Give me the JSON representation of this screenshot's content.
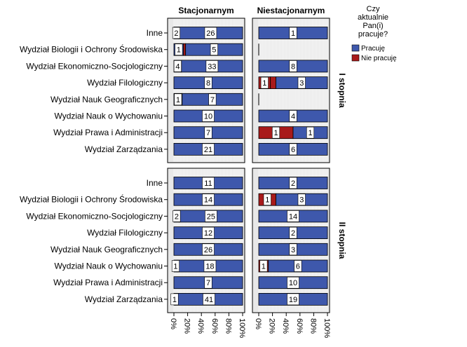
{
  "chart_data": {
    "type": "bar",
    "stacked": "percent",
    "orientation": "horizontal",
    "col_facets": [
      "Stacjonarnym",
      "Niestacjonarnym"
    ],
    "row_facets": [
      "I stopnia",
      "II stopnia"
    ],
    "categories": [
      "Inne",
      "Wydział Biologii i Ochrony Środowiska",
      "Wydział Ekonomiczno-Socjologiczny",
      "Wydział Filologiczny",
      "Wydział Nauk Geograficznych",
      "Wydział Nauk o Wychowaniu",
      "Wydział Prawa i Administracji",
      "Wydział Zarządzania"
    ],
    "x_ticks": [
      "0%",
      "20%",
      "40%",
      "60%",
      "80%",
      "100%"
    ],
    "xlim": [
      0,
      100
    ],
    "legend": {
      "title": "Czy aktualnie Pan(i) pracuje?",
      "title_lines": [
        "Czy",
        "aktualnie",
        "Pan(i)",
        "pracuje?"
      ],
      "position": "top-right",
      "entries": [
        {
          "name": "Pracuję",
          "color": "#3e58ac"
        },
        {
          "name": "Nie pracuję",
          "color": "#a81a1a"
        }
      ]
    },
    "series_colors": {
      "works": "#3e58ac",
      "not_working": "#a81a1a"
    },
    "panels": [
      {
        "row": "I stopnia",
        "col": "Stacjonarnym",
        "counts": [
          {
            "category": "Inne",
            "not_working": 0,
            "works": 2
          },
          {
            "category": "Wydział Biologii i Ochrony Środowiska",
            "not_working": 1,
            "works": 5
          },
          {
            "category": "Wydział Ekonomiczno-Socjologiczny",
            "not_working": 0,
            "works": 33
          },
          {
            "category": "Wydział Filologiczny",
            "not_working": 0,
            "works": 8
          },
          {
            "category": "Wydział Nauk Geograficznych",
            "not_working": 0,
            "works": 7
          },
          {
            "category": "Wydział Nauk o Wychowaniu",
            "not_working": 0,
            "works": 10
          },
          {
            "category": "Wydział Prawa i Administracji",
            "not_working": 0,
            "works": 7
          },
          {
            "category": "Wydział Zarządzania",
            "not_working": 0,
            "works": 21
          }
        ],
        "bars": [
          {
            "category": "Inne",
            "segments": [
              {
                "series": "works",
                "from": 0,
                "to": 7,
                "label": "2"
              },
              {
                "series": "works",
                "from": 7,
                "to": 100,
                "label": "26"
              }
            ]
          },
          {
            "category": "Wydział Biologii i Ochrony Środowiska",
            "segments": [
              {
                "series": "works",
                "from": 0,
                "to": 14,
                "label": "1"
              },
              {
                "series": "not_working",
                "from": 14,
                "to": 17,
                "label": ""
              },
              {
                "series": "works",
                "from": 17,
                "to": 100,
                "label": "5"
              }
            ]
          },
          {
            "category": "Wydział Ekonomiczno-Socjologiczny",
            "segments": [
              {
                "series": "works",
                "from": 0,
                "to": 11,
                "label": "4"
              },
              {
                "series": "works",
                "from": 11,
                "to": 100,
                "label": "33"
              }
            ]
          },
          {
            "category": "Wydział Filologiczny",
            "segments": [
              {
                "series": "works",
                "from": 0,
                "to": 100,
                "label": "8"
              }
            ]
          },
          {
            "category": "Wydział Nauk Geograficznych",
            "segments": [
              {
                "series": "works",
                "from": 0,
                "to": 12,
                "label": "1"
              },
              {
                "series": "works",
                "from": 12,
                "to": 100,
                "label": "7"
              }
            ]
          },
          {
            "category": "Wydział Nauk o Wychowaniu",
            "segments": [
              {
                "series": "works",
                "from": 0,
                "to": 100,
                "label": "10"
              }
            ]
          },
          {
            "category": "Wydział Prawa i Administracji",
            "segments": [
              {
                "series": "works",
                "from": 0,
                "to": 100,
                "label": "7"
              }
            ]
          },
          {
            "category": "Wydział Zarządzania",
            "segments": [
              {
                "series": "works",
                "from": 0,
                "to": 100,
                "label": "21"
              }
            ]
          }
        ]
      },
      {
        "row": "I stopnia",
        "col": "Niestacjonarnym",
        "bars": [
          {
            "category": "Inne",
            "segments": [
              {
                "series": "works",
                "from": 0,
                "to": 100,
                "label": "1"
              }
            ]
          },
          {
            "category": "Wydział Biologii i Ochrony Środowiska",
            "segments": []
          },
          {
            "category": "Wydział Ekonomiczno-Socjologiczny",
            "segments": [
              {
                "series": "works",
                "from": 0,
                "to": 100,
                "label": "8"
              }
            ]
          },
          {
            "category": "Wydział Filologiczny",
            "segments": [
              {
                "series": "not_working",
                "from": 0,
                "to": 17,
                "label": "1"
              },
              {
                "series": "not_working",
                "from": 17,
                "to": 25,
                "label": ""
              },
              {
                "series": "works",
                "from": 25,
                "to": 100,
                "label": "3"
              }
            ]
          },
          {
            "category": "Wydział Nauk Geograficznych",
            "segments": []
          },
          {
            "category": "Wydział Nauk o Wychowaniu",
            "segments": [
              {
                "series": "works",
                "from": 0,
                "to": 100,
                "label": "4"
              }
            ]
          },
          {
            "category": "Wydział Prawa i Administracji",
            "segments": [
              {
                "series": "not_working",
                "from": 0,
                "to": 50,
                "label": "1"
              },
              {
                "series": "works",
                "from": 50,
                "to": 100,
                "label": "1"
              }
            ]
          },
          {
            "category": "Wydział Zarządzania",
            "segments": [
              {
                "series": "works",
                "from": 0,
                "to": 100,
                "label": "6"
              }
            ]
          }
        ]
      },
      {
        "row": "II stopnia",
        "col": "Stacjonarnym",
        "bars": [
          {
            "category": "Inne",
            "segments": [
              {
                "series": "works",
                "from": 0,
                "to": 100,
                "label": "11"
              }
            ]
          },
          {
            "category": "Wydział Biologii i Ochrony Środowiska",
            "segments": [
              {
                "series": "works",
                "from": 0,
                "to": 100,
                "label": "14"
              }
            ]
          },
          {
            "category": "Wydział Ekonomiczno-Socjologiczny",
            "segments": [
              {
                "series": "works",
                "from": 0,
                "to": 8,
                "label": "2"
              },
              {
                "series": "works",
                "from": 8,
                "to": 100,
                "label": "25"
              }
            ]
          },
          {
            "category": "Wydział Filologiczny",
            "segments": [
              {
                "series": "works",
                "from": 0,
                "to": 100,
                "label": "12"
              }
            ]
          },
          {
            "category": "Wydział Nauk Geograficznych",
            "segments": [
              {
                "series": "works",
                "from": 0,
                "to": 100,
                "label": "26"
              }
            ]
          },
          {
            "category": "Wydział Nauk o Wychowaniu",
            "segments": [
              {
                "series": "works",
                "from": 0,
                "to": 5,
                "label": "1"
              },
              {
                "series": "works",
                "from": 5,
                "to": 100,
                "label": "18"
              }
            ]
          },
          {
            "category": "Wydział Prawa i Administracji",
            "segments": [
              {
                "series": "works",
                "from": 0,
                "to": 100,
                "label": "7"
              }
            ]
          },
          {
            "category": "Wydział Zarządzania",
            "segments": [
              {
                "series": "works",
                "from": 0,
                "to": 2,
                "label": "1"
              },
              {
                "series": "works",
                "from": 2,
                "to": 100,
                "label": "41"
              }
            ]
          }
        ]
      },
      {
        "row": "II stopnia",
        "col": "Niestacjonarnym",
        "bars": [
          {
            "category": "Inne",
            "segments": [
              {
                "series": "works",
                "from": 0,
                "to": 100,
                "label": "2"
              }
            ]
          },
          {
            "category": "Wydział Biologii i Ochrony Środowiska",
            "segments": [
              {
                "series": "not_working",
                "from": 0,
                "to": 25,
                "label": "1"
              },
              {
                "series": "works",
                "from": 25,
                "to": 100,
                "label": "3"
              }
            ]
          },
          {
            "category": "Wydział Ekonomiczno-Socjologiczny",
            "segments": [
              {
                "series": "works",
                "from": 0,
                "to": 100,
                "label": "14"
              }
            ]
          },
          {
            "category": "Wydział Filologiczny",
            "segments": [
              {
                "series": "works",
                "from": 0,
                "to": 100,
                "label": "2"
              }
            ]
          },
          {
            "category": "Wydział Nauk Geograficznych",
            "segments": [
              {
                "series": "works",
                "from": 0,
                "to": 100,
                "label": "3"
              }
            ]
          },
          {
            "category": "Wydział Nauk o Wychowaniu",
            "segments": [
              {
                "series": "not_working",
                "from": 0,
                "to": 14,
                "label": "1"
              },
              {
                "series": "works",
                "from": 14,
                "to": 100,
                "label": "6"
              }
            ]
          },
          {
            "category": "Wydział Prawa i Administracji",
            "segments": [
              {
                "series": "works",
                "from": 0,
                "to": 100,
                "label": "10"
              }
            ]
          },
          {
            "category": "Wydział Zarządzania",
            "segments": [
              {
                "series": "works",
                "from": 0,
                "to": 100,
                "label": "19"
              }
            ]
          }
        ]
      }
    ]
  }
}
